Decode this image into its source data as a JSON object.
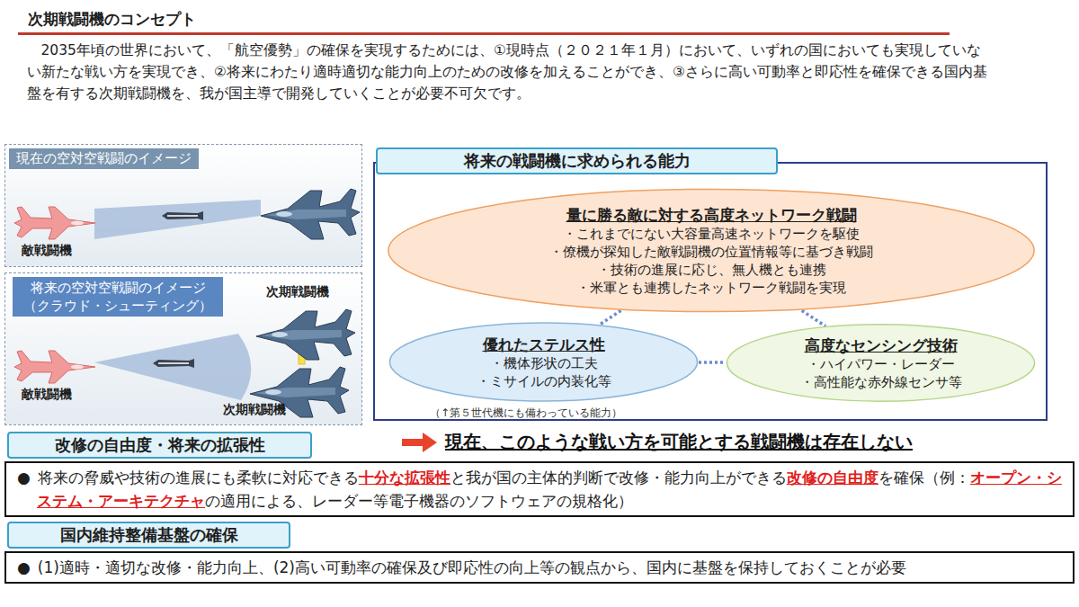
{
  "diagram": {
    "title": "次期戦闘機のコンセプト",
    "nodes": [
      {
        "text": [
          "現在の空対空戦闘のイメージ"
        ]
      },
      {
        "text": [
          "将来の空対空戦闘のイメージ （クラウド・シューティング）"
        ]
      },
      {
        "text": [
          "将来の戦闘機に求められる能力"
        ]
      },
      {
        "text": [
          "量に勝る敵に対する高度ネットワーク戦闘",
          "・これまでにない大容量高速ネットワークを駆使",
          "・僚機が探知した敵戦闘機の位置情報等に基づき戦闘",
          "・技術の進展に応じ、無人機とも連携",
          "・米軍とも連携したネットワーク戦闘を実現"
        ],
        "in": 2
      },
      {
        "text": [
          "優れたステルス性",
          "・機体形状の工夫",
          "・ミサイルの内装化等"
        ],
        "in": 2
      },
      {
        "text": [
          "高度なセンシング技術",
          "・ハイパワー・レーダー",
          "・高性能な赤外線センサ等"
        ],
        "in": 2
      },
      {
        "text": [
          "改修の自由度・将来の拡張性"
        ]
      },
      {
        "text": [
          "●",
          "将来の脅威や技術の進展にも柔軟に対応できる",
          "十分な拡張性",
          "と我が国の主体的判断で改修・能力向上ができる",
          "改修の自由度",
          "を確保（例：",
          "オープン・システム・アーキテクチャ",
          "の適用による、レーダー等電子機器のソフトウェアの規格化）"
        ]
      },
      {
        "text": [
          "国内維持整備基盤の確保"
        ]
      },
      {
        "text": [
          "●",
          "(1)適時・適切な改修・能力向上、(2)高い可動率の確保及び即応性の向上等の観点から、国内に基盤を保持しておくことが必要"
        ]
      }
    ],
    "edges": [
      {
        "from": 3,
        "to": 4,
        "arrow": "none"
      },
      {
        "from": 3,
        "to": 5,
        "arrow": "none"
      },
      {
        "from": 4,
        "to": 5,
        "arrow": "none"
      }
    ],
    "labels": [
      "2035年頃の世界において、「航空優勢」の確保を実現するためには、①現時点（２０２１年１月）において、いずれの国においても実現していない新たな戦い方を実現でき、②将来にわたり適時適切な能力向上のための改修を加えることができ、③さらに高い可動率と即応性を確保できる国内基盤を有する次期戦闘機を、我が国主導で開発していくことが必要不可欠です。",
      "敵戦闘機",
      "次期戦闘機",
      "敵戦闘機",
      "次期戦闘機",
      "（↑第５世代機にも備わっている能力）",
      "現在、このような戦い方を可能とする戦闘機は存在しない"
    ]
  }
}
